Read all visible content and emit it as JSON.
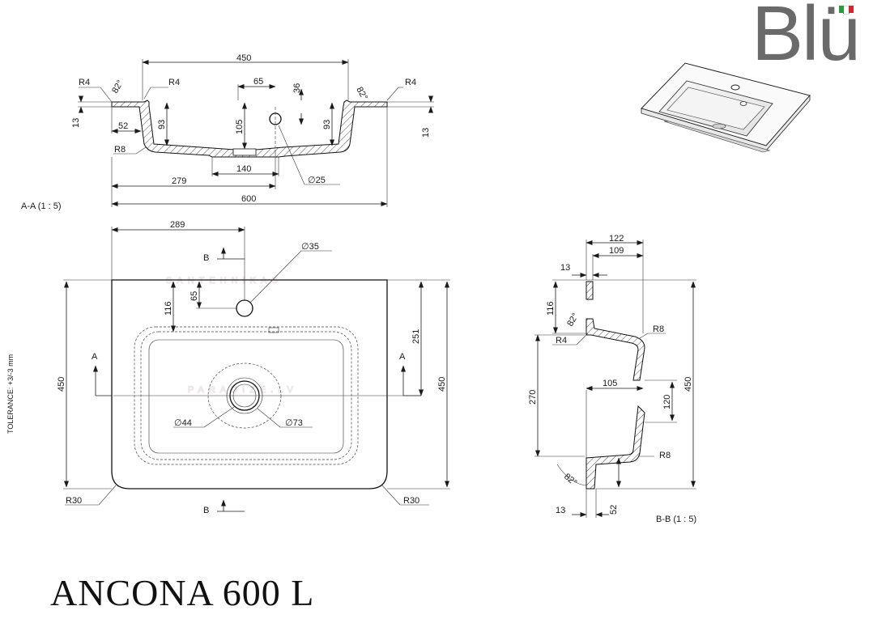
{
  "brand": {
    "logo_text": "Blü",
    "flag_colors": [
      "#2a9d3a",
      "#ffffff",
      "#d6262b"
    ]
  },
  "product_title": "ANCONA 600 L",
  "watermark": [
    "SANTEHNIKAS",
    "PARADIZE.LV"
  ],
  "section_aa": {
    "label": "A-A  (1 : 5)",
    "dims": {
      "d450": "450",
      "d65": "65",
      "d36": "36",
      "d13_left": "13",
      "d52": "52",
      "d93_left": "93",
      "d105": "105",
      "d93_right": "93",
      "d13_right": "13",
      "d140": "140",
      "d279": "279",
      "d600": "600",
      "d25": "∅25",
      "r4_left": "R4",
      "r4_mid": "R4",
      "r4_right": "R4",
      "r8": "R8",
      "a82_left": "82°",
      "a82_right": "82°"
    }
  },
  "plan_view": {
    "tolerance": "TOLERANCE: +3/-3 mm",
    "dims": {
      "d289": "289",
      "d35": "∅35",
      "d116": "116",
      "d65": "65",
      "d251": "251",
      "d450_left": "450",
      "d450_right": "450",
      "d44": "∅44",
      "d73": "∅73",
      "r30_left": "R30",
      "r30_right": "R30"
    },
    "markers": {
      "b_top": "B",
      "b_bottom": "B",
      "a_left": "A",
      "a_right": "A"
    }
  },
  "section_bb": {
    "label": "B-B  (1 : 5)",
    "dims": {
      "d122": "122",
      "d109": "109",
      "d13_top": "13",
      "d116": "116",
      "a82_top": "82°",
      "r8_top": "R8",
      "r4": "R4",
      "d270": "270",
      "d105": "105",
      "d120": "120",
      "d450": "450",
      "a82_bottom": "82°",
      "r8_bottom": "R8",
      "d13_bottom": "13",
      "d52": "52"
    }
  }
}
